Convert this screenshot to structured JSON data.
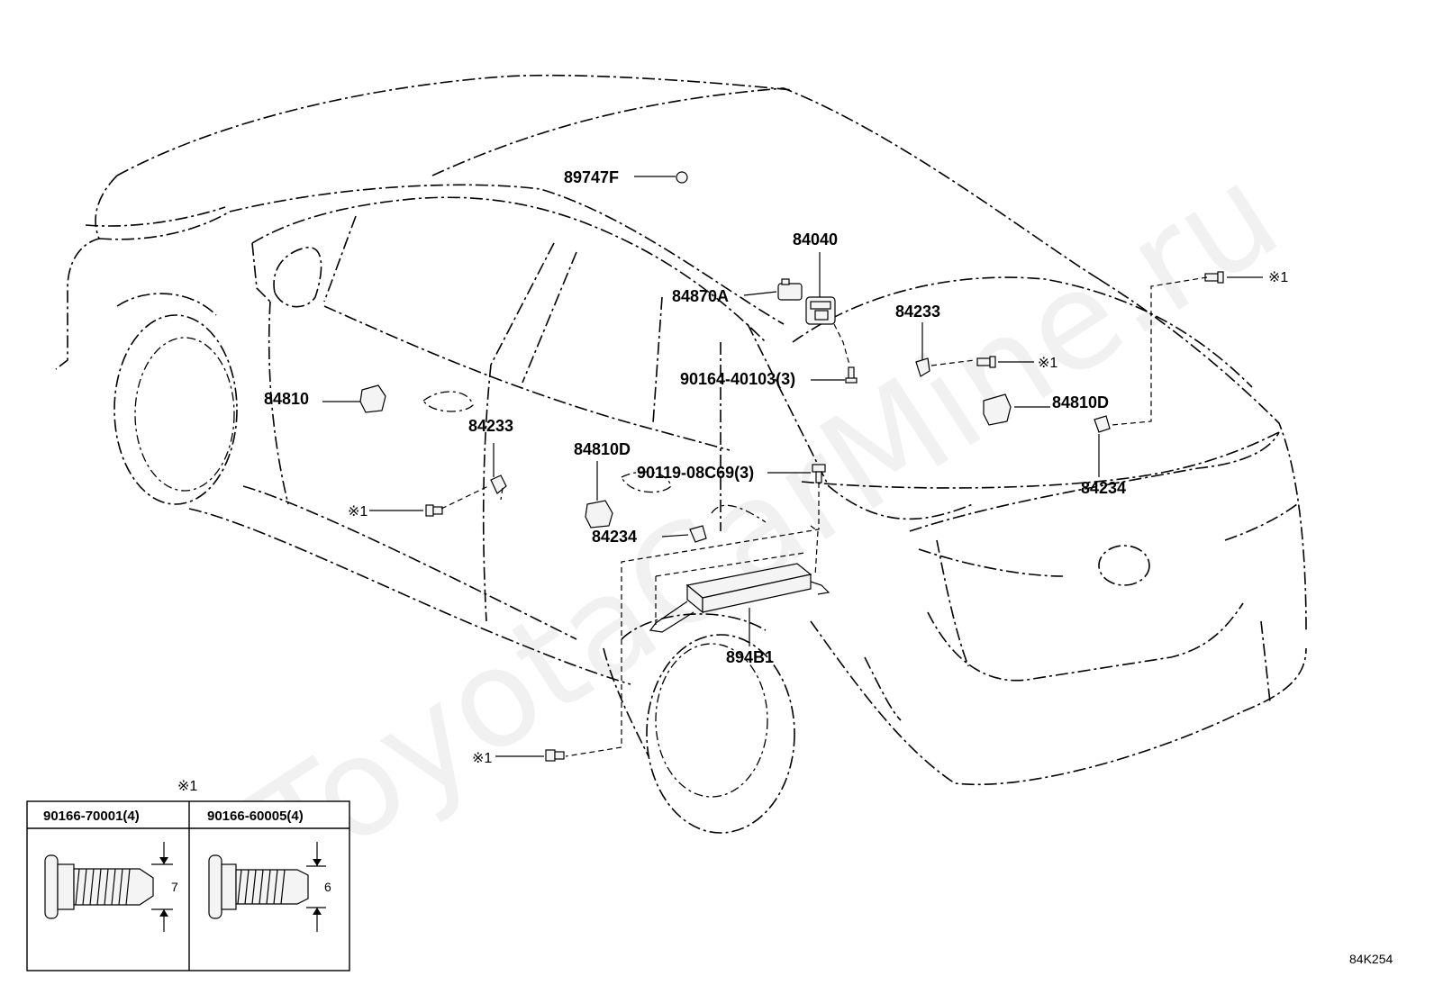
{
  "labels": {
    "p89747F": "89747F",
    "p84040": "84040",
    "p84870A": "84870A",
    "p84233_top": "84233",
    "p90164": "90164-40103(3)",
    "mark_top_right": "※1",
    "mark_right_mid": "※1",
    "p84810D_right": "84810D",
    "p84810": "84810",
    "p84233_left": "84233",
    "p84234_right": "84234",
    "p90119": "90119-08C69(3)",
    "p84810D_mid": "84810D",
    "p84234_mid": "84234",
    "mark_left": "※1",
    "p894B1": "894B1",
    "mark_bottom": "※1"
  },
  "table": {
    "title": "※1",
    "col1_part": "90166-70001(4)",
    "col2_part": "90166-60005(4)",
    "col1_dim": "7",
    "col2_dim": "6"
  },
  "diagram_ref": "84K254",
  "watermark": "ToyotaCarMine.ru"
}
